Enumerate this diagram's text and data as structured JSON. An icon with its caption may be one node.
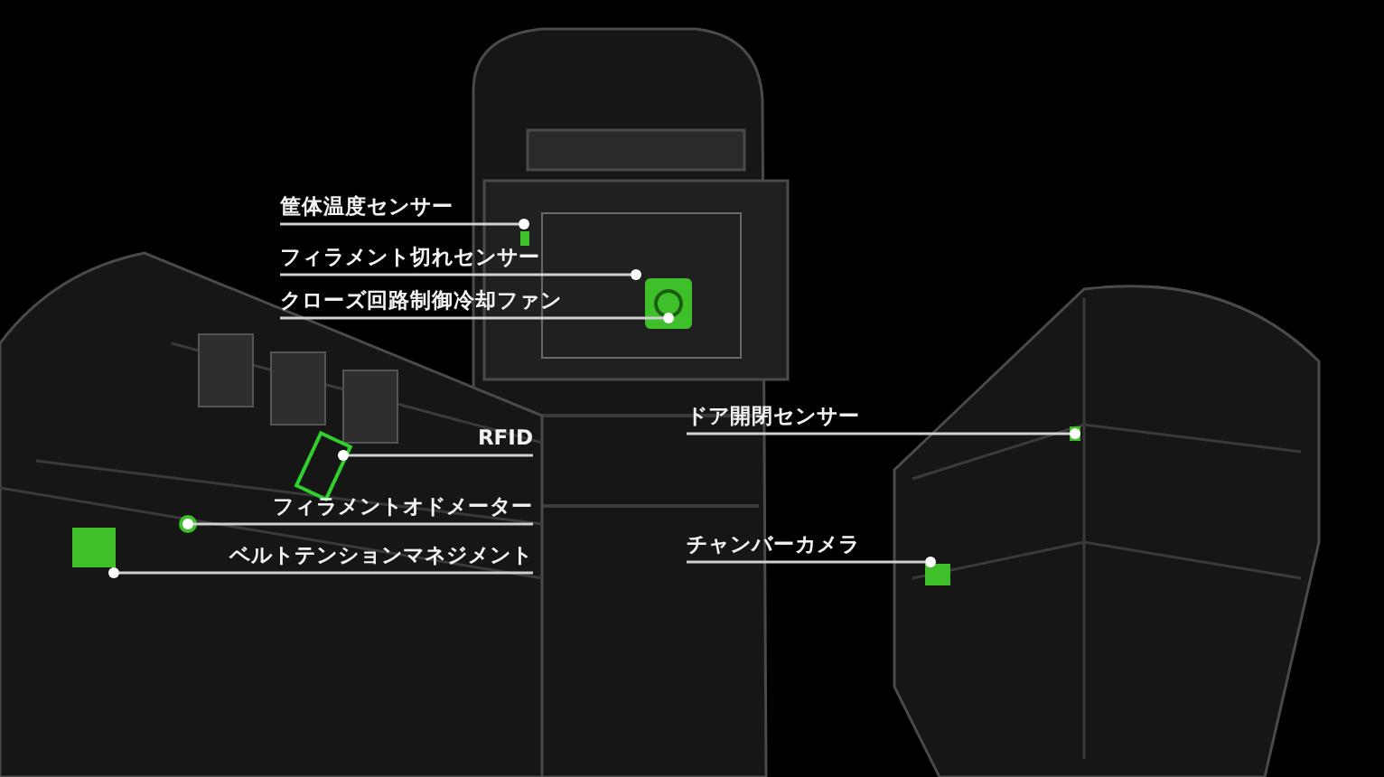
{
  "diagram": {
    "nodes": [
      {
        "text": [
          "筐体温度センサー"
        ]
      },
      {
        "text": [],
        "shape": "circle"
      },
      {
        "text": [
          "フィラメント切れセンサー"
        ]
      },
      {
        "text": [],
        "shape": "circle"
      },
      {
        "text": [
          "クローズ回路制御冷却ファン"
        ]
      },
      {
        "text": [],
        "shape": "circle"
      },
      {
        "text": [
          "RFID"
        ]
      },
      {
        "text": [],
        "shape": "circle"
      },
      {
        "text": [
          "フィラメントオドメーター"
        ]
      },
      {
        "text": [],
        "shape": "circle"
      },
      {
        "text": [
          "ベルトテンションマネジメント"
        ]
      },
      {
        "text": [],
        "shape": "circle"
      },
      {
        "text": [
          "ドア開閉センサー"
        ]
      },
      {
        "text": [],
        "shape": "circle"
      },
      {
        "text": [
          "チャンバーカメラ"
        ]
      },
      {
        "text": [],
        "shape": "circle"
      }
    ],
    "edges": [
      {
        "from": 0,
        "to": 1,
        "arrow": "none"
      },
      {
        "from": 2,
        "to": 3,
        "arrow": "none"
      },
      {
        "from": 4,
        "to": 5,
        "arrow": "none"
      },
      {
        "from": 6,
        "to": 7,
        "arrow": "none"
      },
      {
        "from": 8,
        "to": 9,
        "arrow": "none"
      },
      {
        "from": 10,
        "to": 11,
        "arrow": "none"
      },
      {
        "from": 12,
        "to": 13,
        "arrow": "none"
      },
      {
        "from": 14,
        "to": 15,
        "arrow": "none"
      }
    ]
  }
}
